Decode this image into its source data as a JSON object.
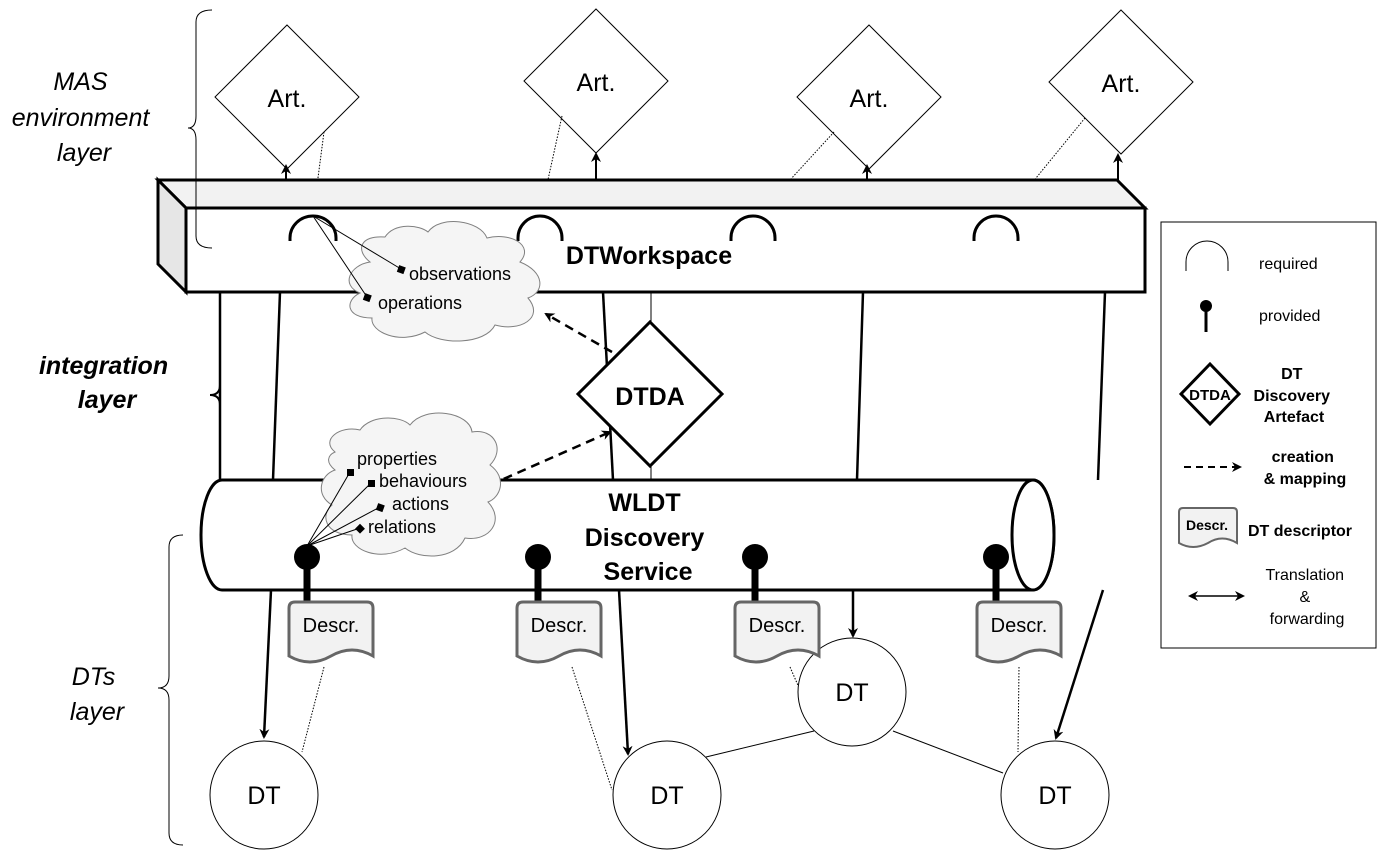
{
  "layers": {
    "mas": [
      "MAS",
      "environment",
      "layer"
    ],
    "integration": [
      "integration",
      "layer"
    ],
    "dts": [
      "DTs",
      "layer"
    ]
  },
  "artifacts": [
    {
      "label": "Art."
    },
    {
      "label": "Art."
    },
    {
      "label": "Art."
    },
    {
      "label": "Art."
    }
  ],
  "workspace": {
    "label": "DTWorkspace"
  },
  "workspace_cloud": {
    "items": [
      "observations",
      "operations"
    ]
  },
  "dtda": {
    "label": "DTDA"
  },
  "discovery_service": {
    "lines": [
      "WLDT",
      "Discovery",
      "Service"
    ]
  },
  "service_cloud": {
    "items": [
      "properties",
      "behaviours",
      "actions",
      "relations"
    ]
  },
  "descriptors": [
    {
      "label": "Descr."
    },
    {
      "label": "Descr."
    },
    {
      "label": "Descr."
    },
    {
      "label": "Descr."
    }
  ],
  "dts": [
    {
      "label": "DT"
    },
    {
      "label": "DT"
    },
    {
      "label": "DT"
    },
    {
      "label": "DT"
    }
  ],
  "legend": {
    "required": "required",
    "provided": "provided",
    "dtda_symbol": "DTDA",
    "dtda_desc": [
      "DT",
      "Discovery",
      "Artefact"
    ],
    "creation": [
      "creation",
      "& mapping"
    ],
    "descr_symbol": "Descr.",
    "descr_desc": "DT descriptor",
    "translation": [
      "Translation",
      "&",
      "forwarding"
    ]
  },
  "colors": {
    "stroke": "#000000",
    "shade_light": "#f2f2f2",
    "shade_side": "#e6e6e6",
    "cloud_fill": "#f5f5f5",
    "cloud_stroke": "#808080",
    "doc_stroke": "#666666"
  }
}
